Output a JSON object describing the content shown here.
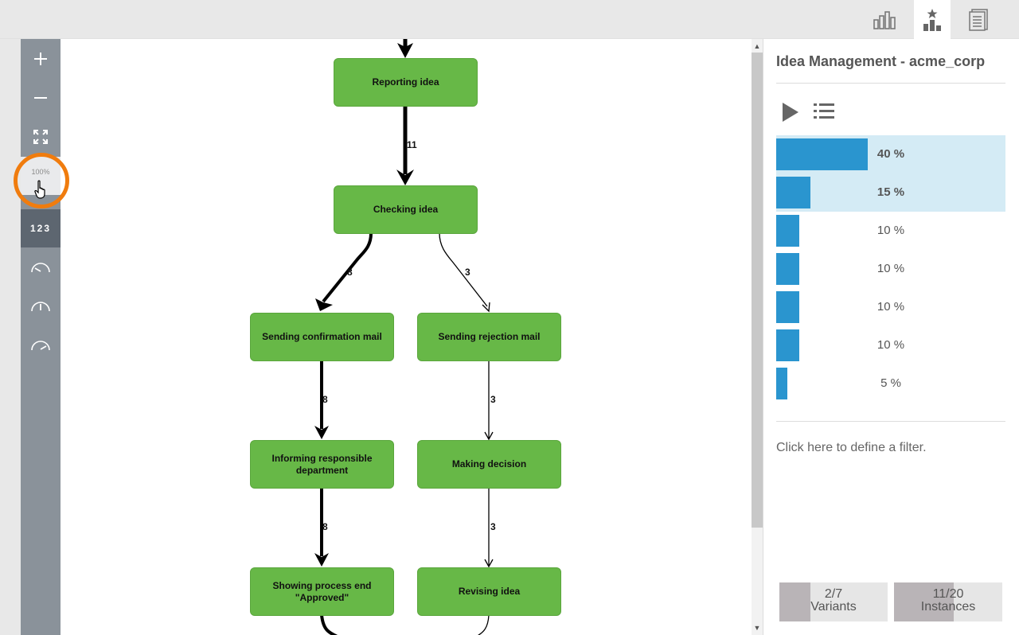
{
  "topbar": {
    "tabs": [
      {
        "name": "analysis-tab",
        "icon": "bar-chart-icon"
      },
      {
        "name": "favorites-chart-tab",
        "icon": "star-bar-chart-icon",
        "active": true
      },
      {
        "name": "report-tab",
        "icon": "document-icon"
      }
    ]
  },
  "toolbar": {
    "zoom_in_icon": "plus-icon",
    "zoom_out_icon": "minus-icon",
    "fit_icon": "expand-icon",
    "zoom_percent": "100%",
    "number_mode": "123",
    "speed_icons": [
      "gauge-slow-icon",
      "gauge-medium-icon",
      "gauge-fast-icon"
    ]
  },
  "process_map": {
    "nodes": {
      "reporting_idea": "Reporting idea",
      "checking_idea": "Checking idea",
      "sending_confirmation_mail": "Sending confirmation mail",
      "sending_rejection_mail": "Sending rejection mail",
      "informing_responsible_department": "Informing responsible department",
      "making_decision": "Making decision",
      "showing_process_end_approved": "Showing process end \"Approved\"",
      "revising_idea": "Revising idea"
    },
    "edges": {
      "reporting_to_checking": "11",
      "checking_to_confirmation": "8",
      "checking_to_rejection": "3",
      "confirmation_to_informing": "8",
      "rejection_to_decision": "3",
      "informing_to_end": "8",
      "decision_to_revising": "3"
    }
  },
  "panel": {
    "title": "Idea Management - acme_corp",
    "play_icon": "play-icon",
    "list_icon": "list-icon",
    "variants": [
      {
        "label": "40 %",
        "share": 0.4,
        "selected": true
      },
      {
        "label": "15 %",
        "share": 0.15,
        "selected": true
      },
      {
        "label": "10 %",
        "share": 0.1,
        "selected": false
      },
      {
        "label": "10 %",
        "share": 0.1,
        "selected": false
      },
      {
        "label": "10 %",
        "share": 0.1,
        "selected": false
      },
      {
        "label": "10 %",
        "share": 0.1,
        "selected": false
      },
      {
        "label": "5 %",
        "share": 0.05,
        "selected": false
      }
    ],
    "filter_link": "Click here to define a filter.",
    "stats": {
      "variants_count": "2/7",
      "variants_label": "Variants",
      "variants_fraction": 0.2857,
      "instances_count": "11/20",
      "instances_label": "Instances",
      "instances_fraction": 0.55
    }
  },
  "colors": {
    "node_fill": "#67b847",
    "bar_fill": "#2a95cf",
    "selected_row": "#d4ebf5",
    "highlight_ring": "#f07c0e",
    "toolbar": "#8a929a"
  }
}
